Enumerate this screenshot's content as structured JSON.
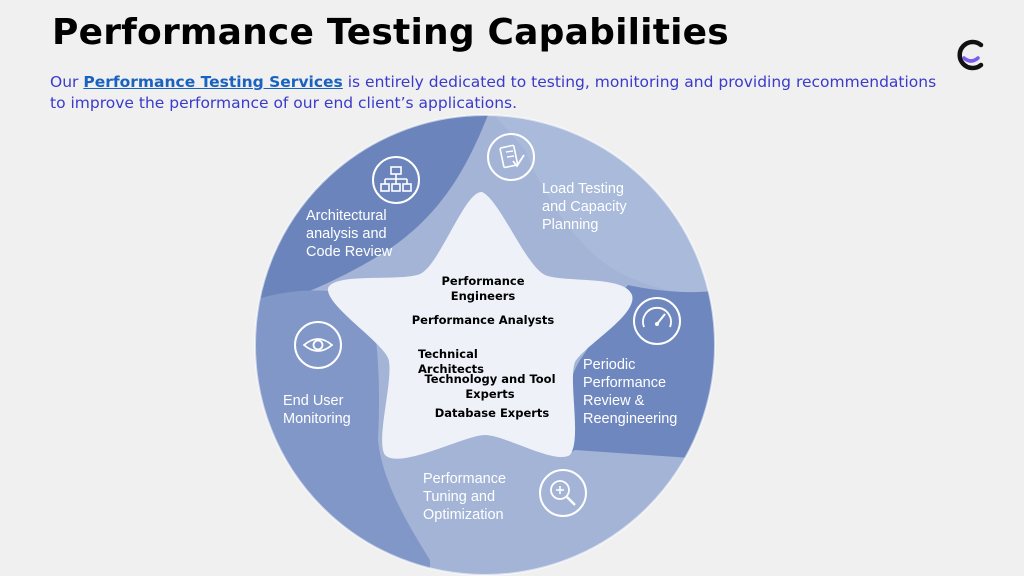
{
  "header": {
    "title": "Performance Testing Capabilities"
  },
  "intro": {
    "prefix": "Our ",
    "link_text": "Performance Testing Services",
    "suffix": " is entirely dedicated to testing, monitoring and providing recommendations to improve the performance of our end client’s applications."
  },
  "segments": {
    "architectural": {
      "label": "Architectural\nanalysis and\nCode Review",
      "icon": "org-chart-icon"
    },
    "load_testing": {
      "label": "Load  Testing\nand  Capacity\nPlanning",
      "icon": "checklist-icon"
    },
    "periodic": {
      "label": "Periodic\nPerformance\nReview &\nReengineering",
      "icon": "speedometer-icon"
    },
    "tuning": {
      "label": "Performance\nTuning and\nOptimization",
      "icon": "zoom-in-icon"
    },
    "monitoring": {
      "label": "End User\nMonitoring",
      "icon": "eye-icon"
    }
  },
  "roles": {
    "engineers": "Performance Engineers",
    "analysts": "Performance Analysts",
    "architects": "Technical\nArchitects",
    "tool_experts": "Technology and Tool\nExperts",
    "db_experts": "Database Experts"
  },
  "colors": {
    "background": "#f0f0f0",
    "seg_dark": "#6c84bc",
    "seg_mid": "#8197c7",
    "seg_light": "#a3b4d6",
    "star": "#eef1f7",
    "intro_text": "#3a3acb",
    "link": "#1a62c0"
  }
}
